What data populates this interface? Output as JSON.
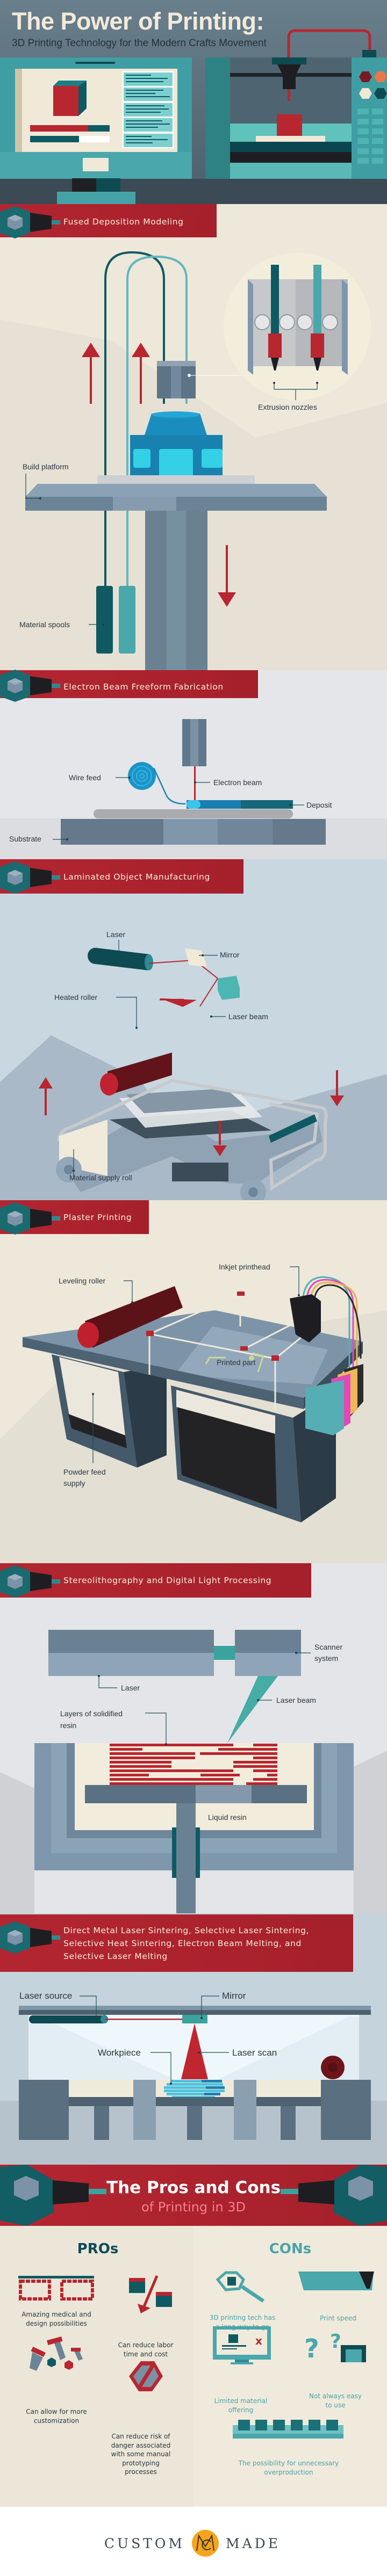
{
  "hero": {
    "title": "The Power of Printing:",
    "subtitle": "3D Printing Technology for the Modern Crafts Movement"
  },
  "fdm": {
    "title": "Fused Deposition Modeling",
    "labels": {
      "nozzles": "Extrusion nozzles",
      "platform": "Build platform",
      "spools": "Material spools"
    }
  },
  "ebf": {
    "title": "Electron Beam Freeform Fabrication",
    "labels": {
      "wire": "Wire feed",
      "beam": "Electron beam",
      "deposit": "Deposit",
      "substrate": "Substrate"
    }
  },
  "lom": {
    "title": "Laminated Object Manufacturing",
    "labels": {
      "laser": "Laser",
      "mirror": "Mirror",
      "roller": "Heated roller",
      "beam": "Laser beam",
      "roll": "Material supply roll"
    }
  },
  "plaster": {
    "title": "Plaster Printing",
    "labels": {
      "roller": "Leveling roller",
      "printhead": "Inkjet printhead",
      "part": "Printed part",
      "powder_1": "Powder feed",
      "powder_2": "supply"
    }
  },
  "sla": {
    "title": "Stereolithography and Digital Light Processing",
    "labels": {
      "scanner_1": "Scanner",
      "scanner_2": "system",
      "laser": "Laser",
      "beam": "Laser beam",
      "layers_1": "Layers of solidified",
      "layers_2": "resin",
      "resin": "Liquid resin"
    }
  },
  "dmls": {
    "title_lines": [
      "Direct Metal Laser Sintering, Selective Laser Sintering,",
      "Selective Heat Sintering, Electron Beam Melting, and",
      "Selective Laser Melting"
    ],
    "labels": {
      "source": "Laser source",
      "mirror": "Mirror",
      "workpiece": "Workpiece",
      "scan": "Laser scan"
    }
  },
  "proscons": {
    "title": "The Pros and Cons",
    "subtitle": "of Printing in 3D",
    "pros_heading": "PROs",
    "cons_heading": "CONs",
    "pros": [
      {
        "lines": [
          "Amazing medical and",
          "design possibilities"
        ],
        "icon": "glasses-icon"
      },
      {
        "lines": [
          "Can reduce labor",
          "time and cost"
        ],
        "icon": "down-arrow-cubes-icon"
      },
      {
        "lines": [
          "Can allow for more",
          "customization"
        ],
        "icon": "screws-icon"
      },
      {
        "lines": [
          "Can reduce risk of",
          "danger associated",
          "with some manual",
          "prototyping",
          "processes"
        ],
        "icon": "no-sign-icon"
      }
    ],
    "cons": [
      {
        "lines": [
          "3D printing tech has",
          "a long way to go"
        ],
        "icon": "magnifier-icon"
      },
      {
        "lines": [
          "Print speed"
        ],
        "icon": "print-head-icon"
      },
      {
        "lines": [
          "Limited material",
          "offering"
        ],
        "icon": "monitor-x-icon"
      },
      {
        "lines": [
          "Not always easy",
          "to use"
        ],
        "icon": "question-marks-icon"
      },
      {
        "lines": [
          "The possibility for unnecessary",
          "overproduction"
        ],
        "icon": "conveyor-icon"
      }
    ]
  },
  "footer": {
    "brand_left": "CUSTOM",
    "brand_right": "MADE",
    "logo_monogram": "CM"
  },
  "colors": {
    "red": "#ad2430",
    "teal": "#3f9ea3",
    "dark_teal": "#0e5159",
    "slate": "#6b8394",
    "cream": "#ede8da",
    "logo_orange": "#f5a51c"
  }
}
